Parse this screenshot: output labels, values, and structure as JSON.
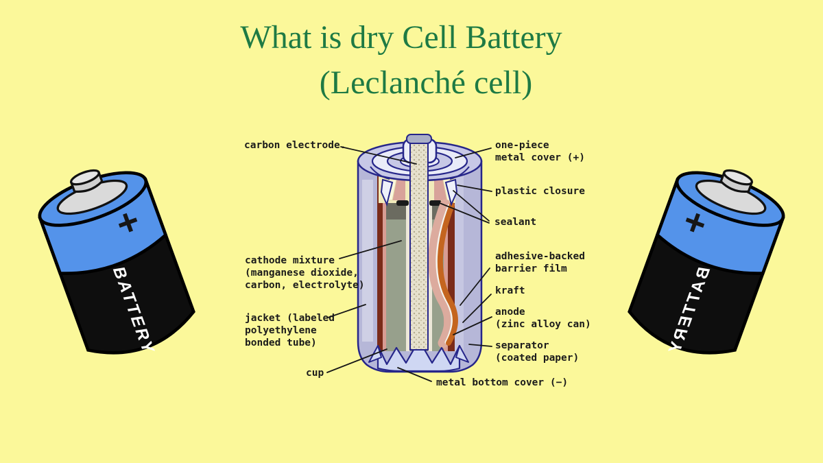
{
  "title": {
    "line1": "What is dry Cell Battery",
    "line2": "(Leclanché cell)"
  },
  "battery": {
    "brand_label": "BATTERY",
    "plus_symbol": "+"
  },
  "diagram": {
    "labels_left": [
      {
        "id": "carbon-electrode",
        "text": "carbon electrode."
      },
      {
        "id": "cathode-mixture",
        "text": "cathode mixture\n(manganese dioxide,\ncarbon, electrolyte)"
      },
      {
        "id": "jacket",
        "text": "jacket (labeled\npolyethylene\nbonded tube)"
      },
      {
        "id": "cup",
        "text": "cup"
      }
    ],
    "labels_right": [
      {
        "id": "one-piece-metal-cover",
        "text": "one-piece\nmetal cover (+)"
      },
      {
        "id": "plastic-closure",
        "text": "plastic closure"
      },
      {
        "id": "sealant",
        "text": "sealant"
      },
      {
        "id": "adhesive-backed-barrier-film",
        "text": "adhesive-backed\nbarrier film"
      },
      {
        "id": "kraft",
        "text": "kraft"
      },
      {
        "id": "anode",
        "text": "anode\n(zinc alloy can)"
      },
      {
        "id": "separator",
        "text": "separator\n(coated paper)"
      }
    ],
    "label_bottom": {
      "id": "metal-bottom-cover",
      "text": "metal bottom cover (−)"
    }
  },
  "colors": {
    "background": "#fbf89a",
    "title_green": "#1e7a44",
    "battery_blue": "#5493ea",
    "battery_black": "#0e0e0e",
    "jacket_lavender": "#b6b7d8",
    "outline_blue": "#26268a",
    "kraft_orange": "#c4651f",
    "zinc_brown": "#7a2b19",
    "separator_pink": "#d89c93",
    "cathode_gray": "#97a08c",
    "sealant_cream": "#f1ebbb",
    "electrode_beige": "#e6e1cd",
    "label_text": "#1b1b1b"
  }
}
